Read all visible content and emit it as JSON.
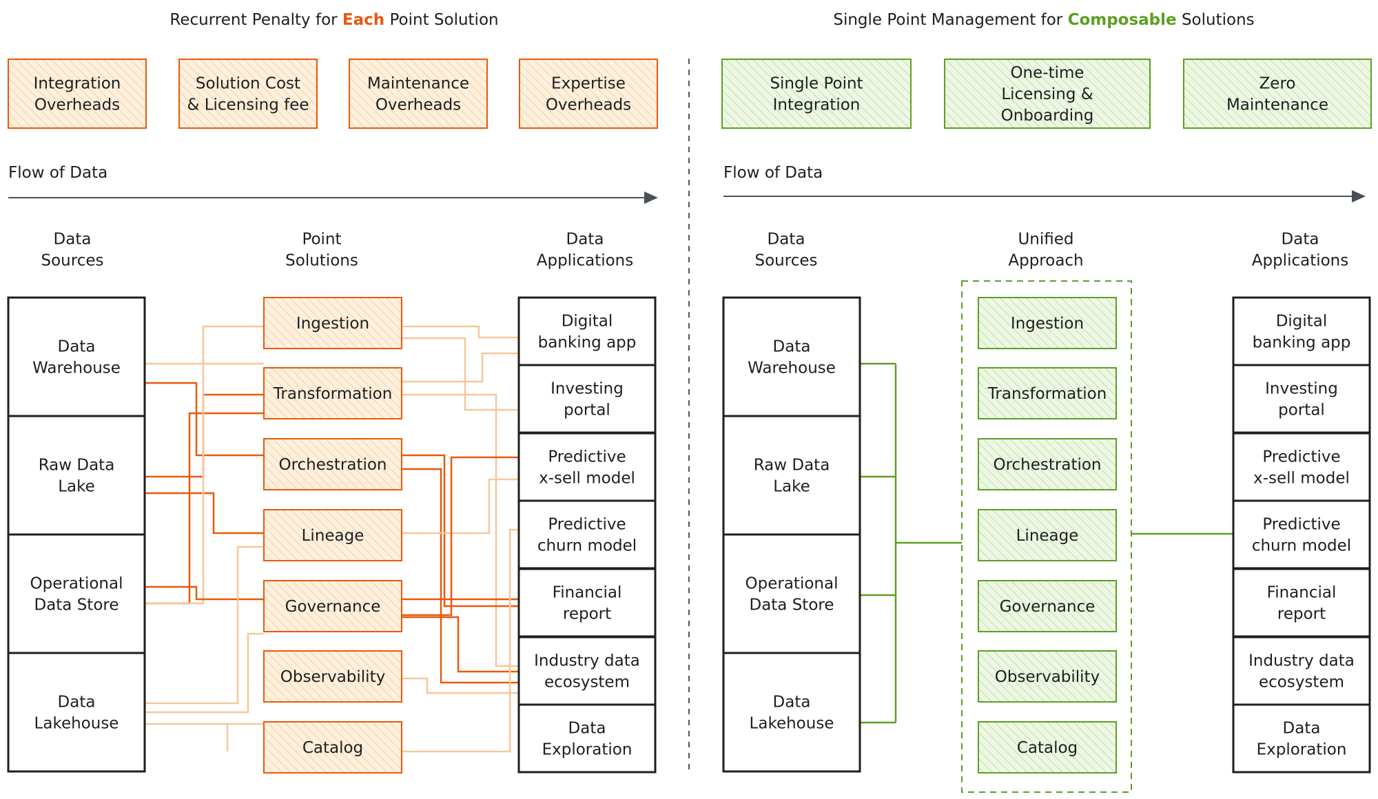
{
  "colors": {
    "orange": "#e8590c",
    "orange_light": "#f5c79a",
    "orange_fill": "#fdf0dd",
    "green": "#5c9e24",
    "green_fill": "#eef7e4",
    "dark": "#1e1e1e",
    "arrow": "#4a5058"
  },
  "left": {
    "title_prefix": "Recurrent Penalty for ",
    "title_highlight": "Each",
    "title_suffix": " Point Solution",
    "costs": [
      [
        "Integration",
        "Overheads"
      ],
      [
        "Solution Cost",
        "& Licensing fee"
      ],
      [
        "Maintenance",
        "Overheads"
      ],
      [
        "Expertise",
        "Overheads"
      ]
    ],
    "flow_label": "Flow of Data",
    "headers": {
      "sources": [
        "Data",
        "Sources"
      ],
      "solutions": [
        "Point",
        "Solutions"
      ],
      "applications": [
        "Data",
        "Applications"
      ]
    }
  },
  "right": {
    "title_prefix": "Single Point Management for ",
    "title_highlight": "Composable",
    "title_suffix": " Solutions",
    "benefits": [
      [
        "Single Point",
        "Integration"
      ],
      [
        "One-time",
        "Licensing &",
        "Onboarding"
      ],
      [
        "Zero",
        "Maintenance"
      ]
    ],
    "flow_label": "Flow of Data",
    "headers": {
      "sources": [
        "Data",
        "Sources"
      ],
      "unified": [
        "Unified",
        "Approach"
      ],
      "applications": [
        "Data",
        "Applications"
      ]
    }
  },
  "sources": [
    [
      "Data",
      "Warehouse"
    ],
    [
      "Raw Data",
      "Lake"
    ],
    [
      "Operational",
      "Data Store"
    ],
    [
      "Data",
      "Lakehouse"
    ]
  ],
  "solutions": [
    "Ingestion",
    "Transformation",
    "Orchestration",
    "Lineage",
    "Governance",
    "Observability",
    "Catalog"
  ],
  "applications": [
    [
      "Digital",
      "banking app"
    ],
    [
      "Investing",
      "portal"
    ],
    [
      "Predictive",
      "x-sell model"
    ],
    [
      "Predictive",
      "churn model"
    ],
    [
      "Financial",
      "report"
    ],
    [
      "Industry data",
      "ecosystem"
    ],
    [
      "Data",
      "Exploration"
    ]
  ]
}
